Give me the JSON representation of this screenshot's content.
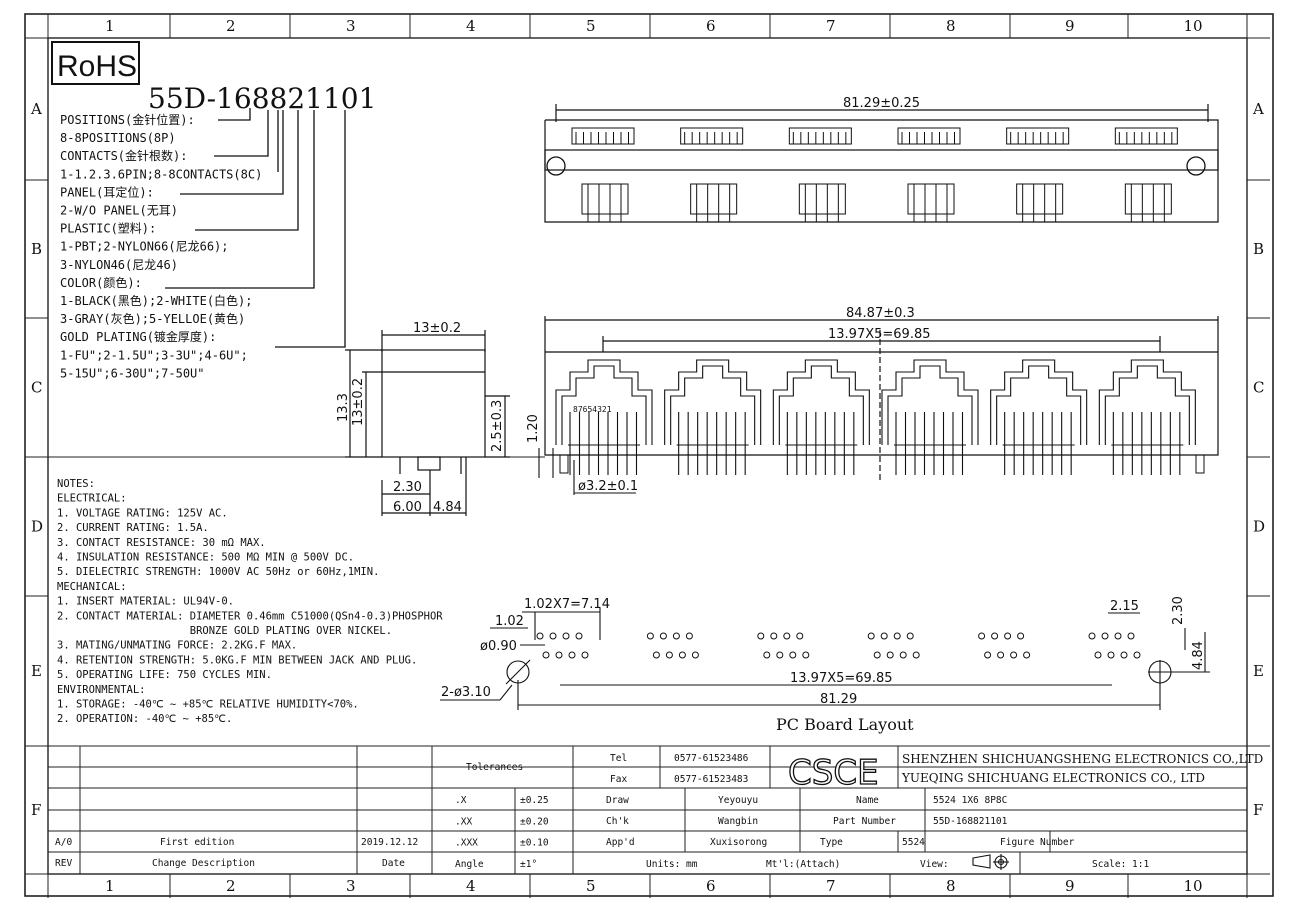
{
  "frame": {
    "cols": [
      "1",
      "2",
      "3",
      "4",
      "5",
      "6",
      "7",
      "8",
      "9",
      "10"
    ],
    "rows": [
      "A",
      "B",
      "C",
      "D",
      "E",
      "F"
    ]
  },
  "rohs_label": "RoHS",
  "part_number_title": "55D-168821101",
  "config_lines": [
    "POSITIONS(金针位置):",
    "8-8POSITIONS(8P)",
    "CONTACTS(金针根数):",
    "1-1.2.3.6PIN;8-8CONTACTS(8C)",
    "PANEL(耳定位):",
    "2-W/O PANEL(无耳)",
    "PLASTIC(塑料):",
    "1-PBT;2-NYLON66(尼龙66);",
    "3-NYLON46(尼龙46)",
    "COLOR(颜色):",
    "1-BLACK(黑色);2-WHITE(白色);",
    "3-GRAY(灰色);5-YELLOE(黄色)",
    "GOLD PLATING(镀金厚度):",
    "1-FU\";2-1.5U\";3-3U\";4-6U\";",
    "5-15U\";6-30U\";7-50U\""
  ],
  "notes": [
    "NOTES:",
    "ELECTRICAL:",
    "1. VOLTAGE RATING: 125V AC.",
    "2. CURRENT RATING: 1.5A.",
    "3. CONTACT RESISTANCE: 30 mΩ MAX.",
    "4. INSULATION RESISTANCE: 500 MΩ MIN @ 500V DC.",
    "5. DIELECTRIC STRENGTH: 1000V AC 50Hz or 60Hz,1MIN.",
    "MECHANICAL:",
    "1. INSERT MATERIAL: UL94V-0.",
    "2. CONTACT MATERIAL: DIAMETER 0.46mm C51000(QSn4-0.3)PHOSPHOR",
    "                     BRONZE GOLD PLATING OVER NICKEL.",
    "3. MATING/UNMATING FORCE: 2.2KG.F MAX.",
    "4. RETENTION STRENGTH: 5.0KG.F MIN BETWEEN JACK AND PLUG.",
    "5. OPERATING LIFE: 750 CYCLES MIN.",
    "ENVIRONMENTAL:",
    "1. STORAGE: -40℃ ~ +85℃ RELATIVE HUMIDITY<70%.",
    "2. OPERATION: -40℃ ~ +85℃."
  ],
  "dims": {
    "top_width": "81.29±0.25",
    "front_width": "84.87±0.3",
    "front_pitch": "13.97X5=69.85",
    "front_height": "1.20",
    "front_hole": "ø3.2±0.1",
    "front_pin_numbers": "87654321",
    "side_width": "13±0.2",
    "side_h1": "13.3",
    "side_h2": "13±0.2",
    "side_h3": "2.5±0.3",
    "side_b1": "2.30",
    "side_b2": "6.00",
    "side_b3": "4.84",
    "pcb_pitch": "1.02X7=7.14",
    "pcb_small": "1.02",
    "pcb_pin_dia": "ø0.90",
    "pcb_hole": "2-ø3.10",
    "pcb_span": "13.97X5=69.85",
    "pcb_total": "81.29",
    "pcb_right_a": "2.15",
    "pcb_right_b": "2.30",
    "pcb_right_c": "4.84"
  },
  "pcb_title": "PC Board Layout",
  "title_block": {
    "tolerances_label": "Tolerances",
    "tol_rows": [
      {
        "fmt": ".X",
        "val": "±0.25"
      },
      {
        "fmt": ".XX",
        "val": "±0.20"
      },
      {
        "fmt": ".XXX",
        "val": "±0.10"
      },
      {
        "fmt": "Angle",
        "val": "±1°"
      }
    ],
    "tel_label": "Tel",
    "tel": "0577-61523486",
    "fax_label": "Fax",
    "fax": "0577-61523483",
    "logo": "CSCE",
    "company1": "SHENZHEN SHICHUANGSHENG ELECTRONICS CO.,LTD",
    "company2": "YUEQING SHICHUANG ELECTRONICS CO., LTD",
    "draw_label": "Draw",
    "draw": "Yeyouyu",
    "chk_label": "Ch'k",
    "chk": "Wangbin",
    "appd_label": "App'd",
    "appd": "Xuxisorong",
    "name_label": "Name",
    "name": "5524 1X6 8P8C",
    "partno_label": "Part Number",
    "partno": "55D-168821101",
    "type_label": "Type",
    "type": "5524",
    "figure_label": "Figure Number",
    "units": "Units: mm",
    "mat": "Mt'l:(Attach)",
    "view": "View:",
    "scale": "Scale: 1:1",
    "rev_row": {
      "rev": "A/0",
      "desc": "First edition",
      "date": "2019.12.12"
    },
    "hdr_row": {
      "rev": "REV",
      "desc": "Change Description",
      "date": "Date"
    }
  }
}
